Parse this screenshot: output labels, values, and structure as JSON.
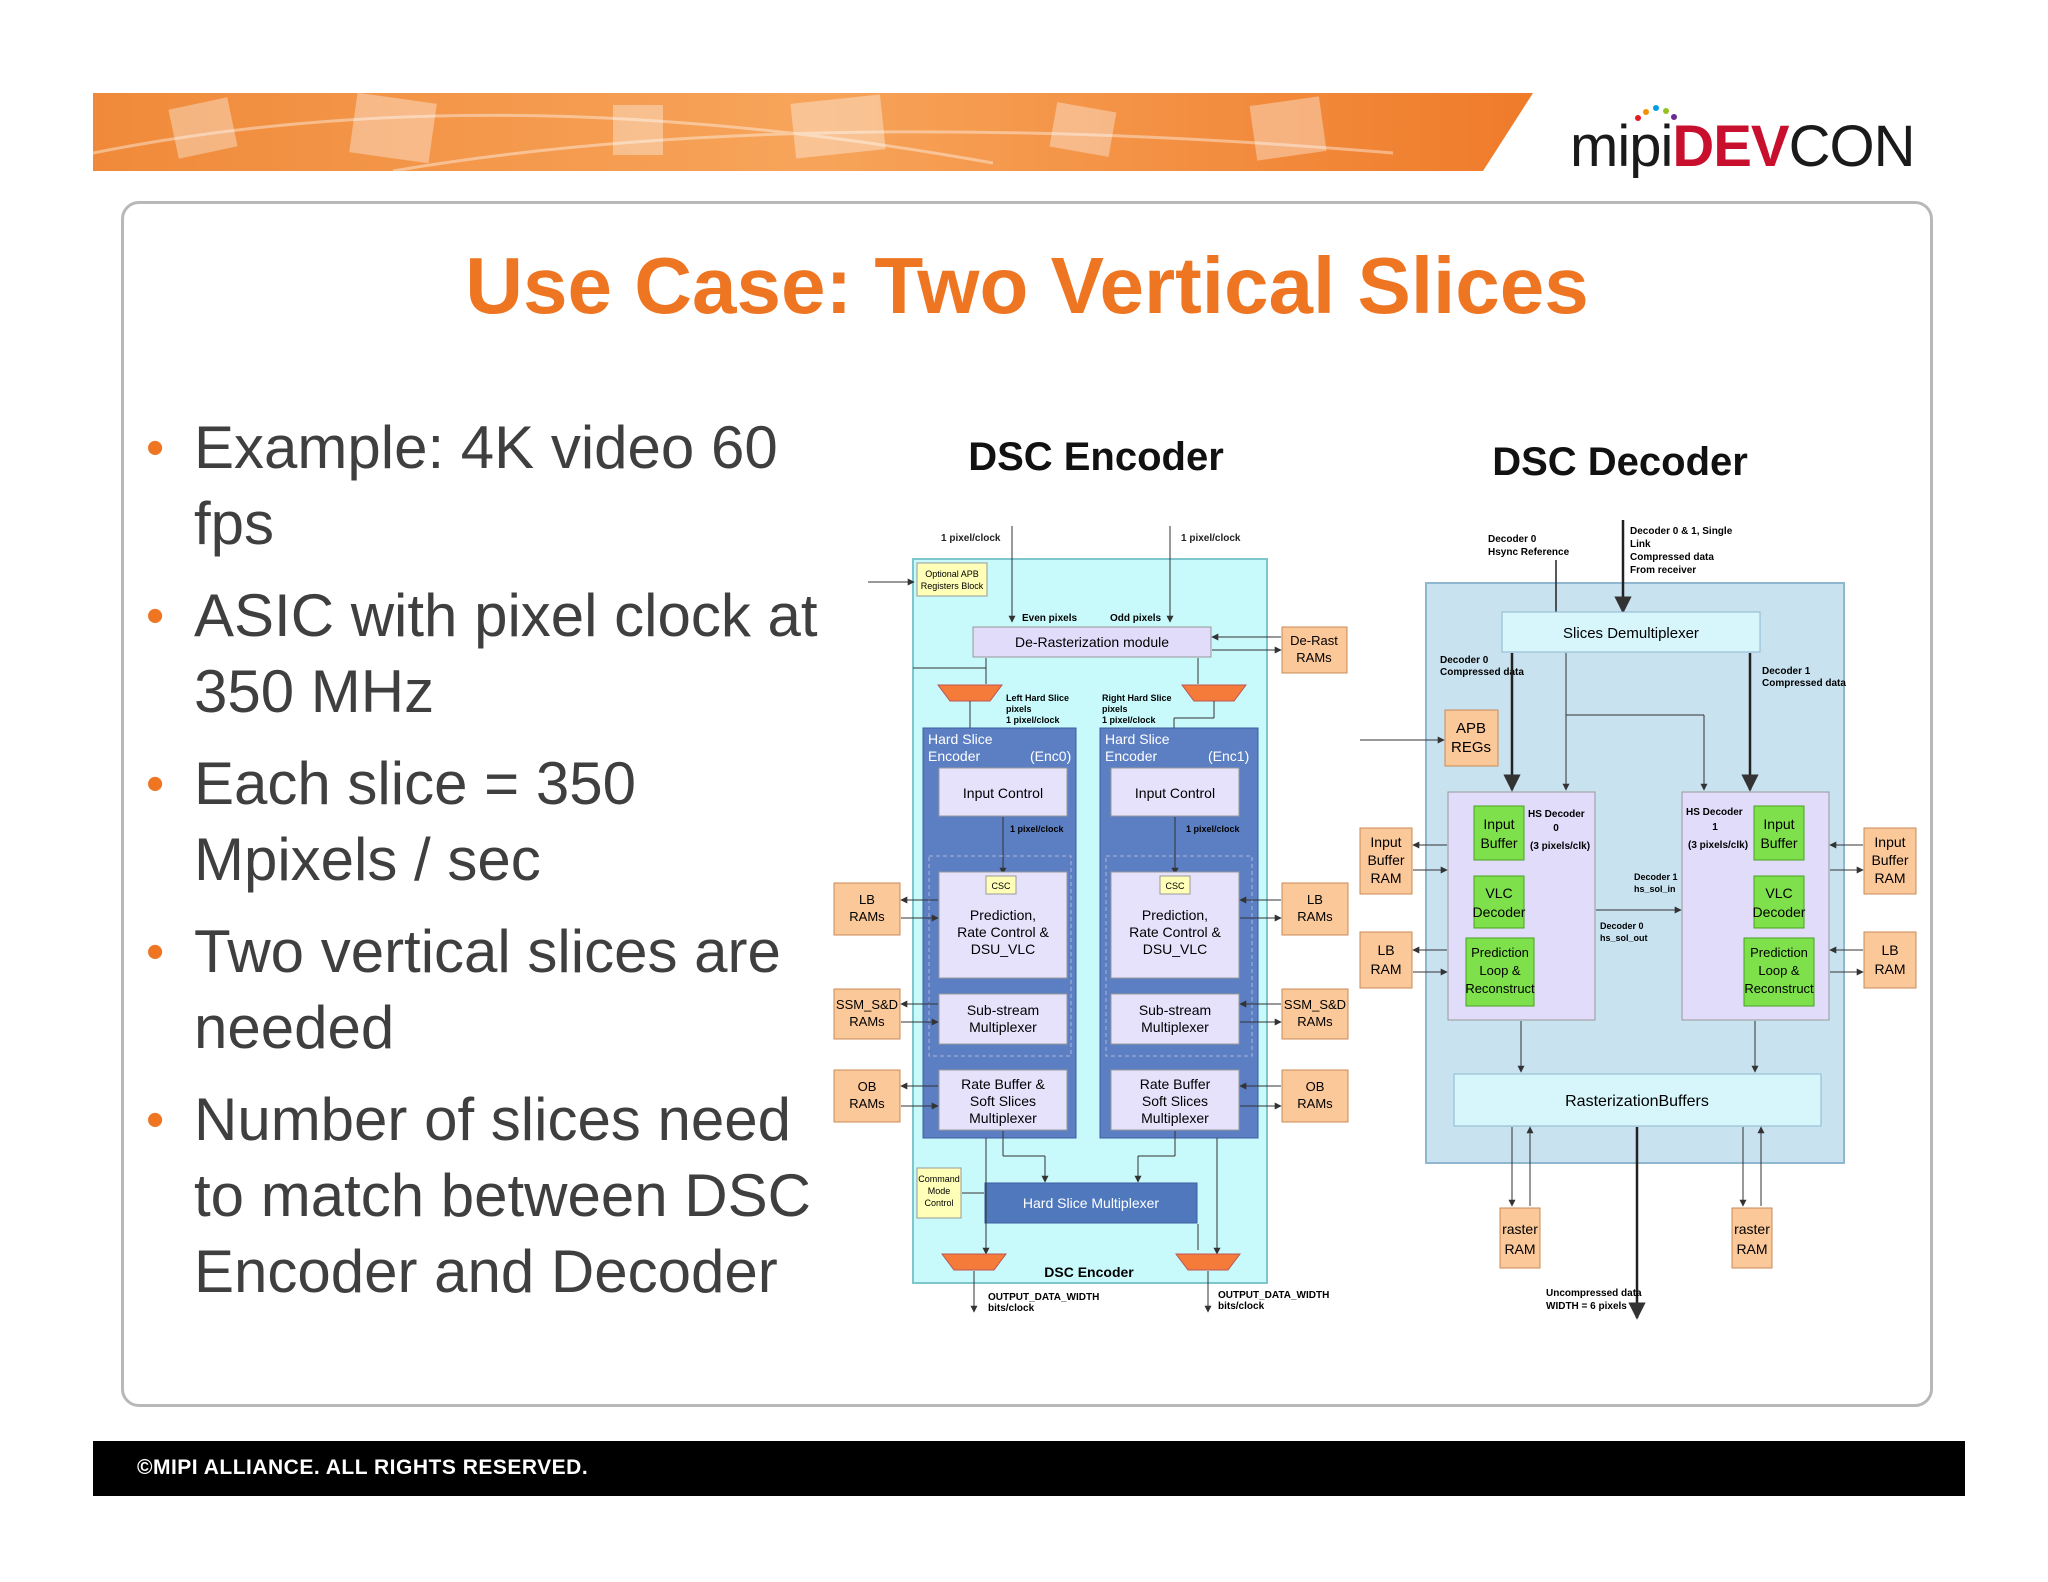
{
  "logo": {
    "mipi": "mipi",
    "dev": "DEV",
    "con": "CON"
  },
  "title": "Use Case: Two Vertical Slices",
  "bullets": [
    "Example: 4K video 60 fps",
    "ASIC with pixel clock at 350 MHz",
    "Each slice =  350 Mpixels / sec",
    "Two vertical slices are needed",
    "Number of slices need to match between DSC Encoder and Decoder"
  ],
  "encoder": {
    "heading": "DSC Encoder",
    "pclk_left": "1 pixel/clock",
    "pclk_right": "1 pixel/clock",
    "apb": [
      "Optional APB",
      "Registers Block"
    ],
    "even": "Even pixels",
    "odd": "Odd pixels",
    "derast_module": "De-Rasterization module",
    "derast_rams": [
      "De-Rast",
      "RAMs"
    ],
    "left_slice": [
      "Left Hard Slice",
      "pixels",
      "1 pixel/clock"
    ],
    "right_slice": [
      "Right Hard Slice",
      "pixels",
      "1 pixel/clock"
    ],
    "enc0_title": [
      "Hard Slice",
      "Encoder"
    ],
    "enc0_id": "(Enc0)",
    "enc1_title": [
      "Hard Slice",
      "Encoder"
    ],
    "enc1_id": "(Enc1)",
    "input_control": "Input Control",
    "inner_clk": "1 pixel/clock",
    "csc": "CSC",
    "prediction": [
      "Prediction,",
      "Rate Control &",
      "DSU_VLC"
    ],
    "substream": [
      "Sub-stream",
      "Multiplexer"
    ],
    "ratebuf_left": [
      "Rate Buffer &",
      "Soft Slices",
      "Multiplexer"
    ],
    "ratebuf_right": [
      "Rate Buffer",
      "Soft Slices",
      "Multiplexer"
    ],
    "lb_rams": [
      "LB",
      "RAMs"
    ],
    "ssm_rams": [
      "SSM_S&D",
      "RAMs"
    ],
    "ob_rams": [
      "OB",
      "RAMs"
    ],
    "cmd": [
      "Command",
      "Mode",
      "Control"
    ],
    "hs_mux": "Hard Slice Multiplexer",
    "footer_label": "DSC Encoder",
    "out_left": [
      "OUTPUT_DATA_WIDTH",
      "bits/clock"
    ],
    "out_right": [
      "OUTPUT_DATA_WIDTH",
      "bits/clock"
    ]
  },
  "decoder": {
    "heading": "DSC Decoder",
    "hsync": [
      "Decoder 0",
      "Hsync Reference"
    ],
    "link": [
      "Decoder 0 & 1, Single",
      "Link",
      "Compressed data",
      "From receiver"
    ],
    "demux": "Slices Demultiplexer",
    "comp0": [
      "Decoder 0",
      "Compressed data"
    ],
    "comp1": [
      "Decoder 1",
      "Compressed data"
    ],
    "apb": [
      "APB",
      "REGs"
    ],
    "input_buffer_ram": [
      "Input",
      "Buffer",
      "RAM"
    ],
    "lb_ram": [
      "LB",
      "RAM"
    ],
    "input_buffer": [
      "Input",
      "Buffer"
    ],
    "hs0": [
      "HS Decoder",
      "0",
      "(3 pixels/clk)"
    ],
    "hs1": [
      "HS Decoder",
      "1",
      "(3 pixels/clk)"
    ],
    "vlc": [
      "VLC",
      "Decoder"
    ],
    "pred": [
      "Prediction",
      "Loop &",
      "Reconstruct"
    ],
    "sol_in": [
      "Decoder 1",
      "hs_sol_in"
    ],
    "sol_out": [
      "Decoder 0",
      "hs_sol_out"
    ],
    "rast": "RasterizationBuffers",
    "raster_ram": [
      "raster",
      "RAM"
    ],
    "uncompressed": [
      "Uncompressed data",
      "WIDTH = 6 pixels"
    ]
  },
  "footer": "©MIPI ALLIANCE. ALL RIGHTS RESERVED."
}
